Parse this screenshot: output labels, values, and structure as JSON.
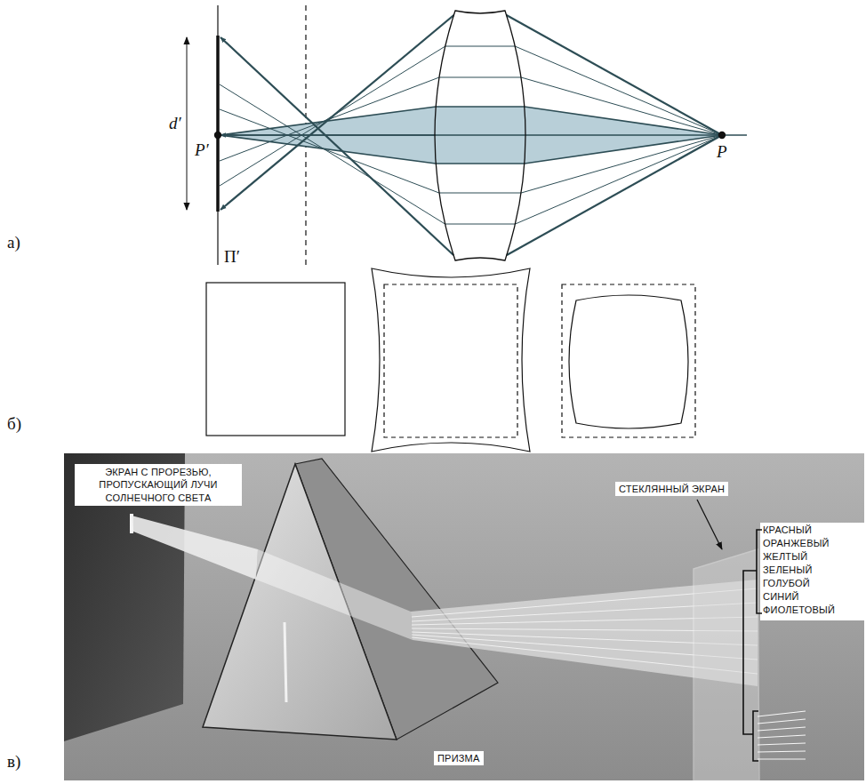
{
  "diagram": {
    "labels": [
      "а)",
      "d′",
      "P′",
      "P",
      "П′",
      "б)",
      "ЭКРАН С ПРОРЕЗЬЮ, ПРОПУСКАЮЩИЙ ЛУЧИ СОЛНЕЧНОГО СВЕТА",
      "СТЕКЛЯННЫЙ ЭКРАН",
      "КРАСНЫЙ",
      "ОРАНЖЕВЫЙ",
      "ЖЕЛТЫЙ",
      "ЗЕЛЕНЫЙ",
      "ГОЛУБОЙ",
      "СИНИЙ",
      "ФИОЛЕТОВЫЙ",
      "ПРИЗМА",
      "в)"
    ]
  }
}
